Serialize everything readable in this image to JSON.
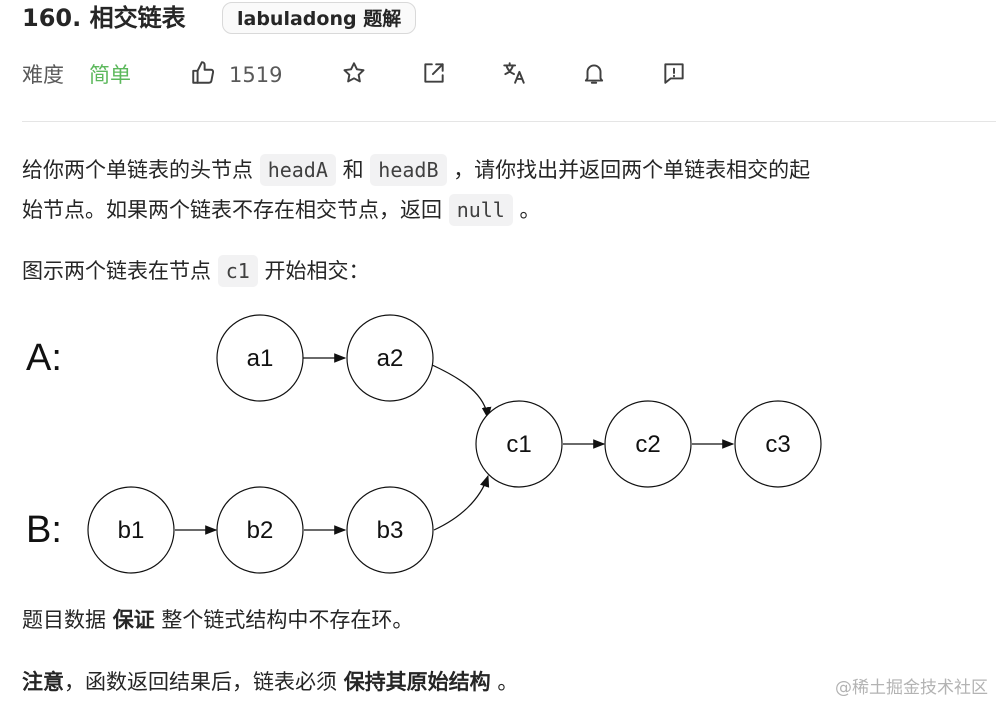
{
  "header": {
    "title": "160. 相交链表",
    "badge": "labuladong 题解"
  },
  "meta": {
    "difficulty_label": "难度",
    "difficulty_value": "简单",
    "difficulty_color": "#5cb85c",
    "like_count": "1519",
    "icons": [
      "thumbs-up-icon",
      "star-icon",
      "share-icon",
      "translate-icon",
      "bell-icon",
      "feedback-icon"
    ]
  },
  "description": {
    "p1_part1": "给你两个单链表的头节点",
    "p1_code1": "headA",
    "p1_part2": "和",
    "p1_code2": "headB",
    "p1_part3": "，请你找出并返回两个单链表相交的起",
    "p1_line2_part1": "始节点。如果两个链表不存在相交节点，返回",
    "p1_code3": "null",
    "p1_line2_part2": "。",
    "p2_part1": "图示两个链表在节点",
    "p2_code": "c1",
    "p2_part2": "开始相交："
  },
  "diagram": {
    "list_a_label": "A:",
    "list_b_label": "B:",
    "nodes": {
      "a1": "a1",
      "a2": "a2",
      "b1": "b1",
      "b2": "b2",
      "b3": "b3",
      "c1": "c1",
      "c2": "c2",
      "c3": "c3"
    }
  },
  "notes": {
    "p3_part1": "题目数据",
    "p3_bold": "保证",
    "p3_part2": "整个链式结构中不存在环。",
    "p4_bold1": "注意",
    "p4_part1": "，函数返回结果后，链表必须",
    "p4_bold2": "保持其原始结构",
    "p4_part2": "。"
  },
  "watermark": "@稀土掘金技术社区"
}
